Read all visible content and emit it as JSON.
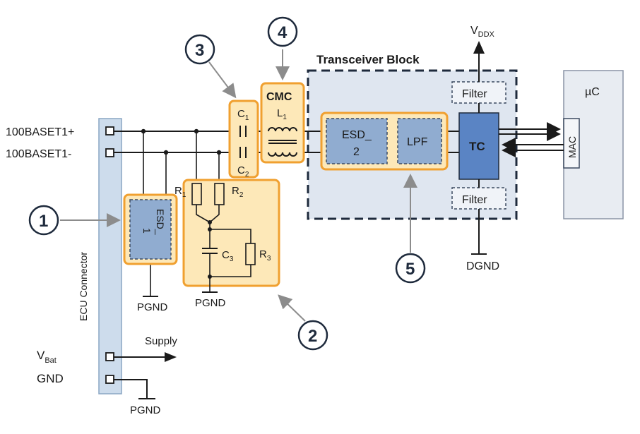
{
  "labels": {
    "port_plus": "100BASET1+",
    "port_minus": "100BASET1-",
    "vbat_main": "V",
    "vbat_sub": "Bat",
    "gnd": "GND",
    "supply": "Supply",
    "ecu_connector": "ECU Connector",
    "esd1_line1": "ESD_",
    "esd1_line2": "1",
    "pgnd": "PGND",
    "r1_main": "R",
    "r1_sub": "1",
    "r2_main": "R",
    "r2_sub": "2",
    "r3_main": "R",
    "r3_sub": "3",
    "c1_main": "C",
    "c1_sub": "1",
    "c2_main": "C",
    "c2_sub": "2",
    "c3_main": "C",
    "c3_sub": "3",
    "cmc": "CMC",
    "l1_main": "L",
    "l1_sub": "1",
    "transceiver_block": "Transceiver Block",
    "esd2_line1": "ESD_",
    "esd2_line2": "2",
    "lpf": "LPF",
    "tc": "TC",
    "filter": "Filter",
    "vddx_main": "V",
    "vddx_sub": "DDX",
    "dgnd": "DGND",
    "uc": "µC",
    "mac": "MAC"
  },
  "callouts": [
    "1",
    "2",
    "3",
    "4",
    "5"
  ],
  "colors": {
    "highlight_fill": "#fde8b8",
    "highlight_stroke": "#f0a030",
    "block_fill": "#dfe6f0",
    "tc_fill": "#5a84c4",
    "esd_fill": "#90acd0",
    "connector_fill": "#cddcec"
  }
}
